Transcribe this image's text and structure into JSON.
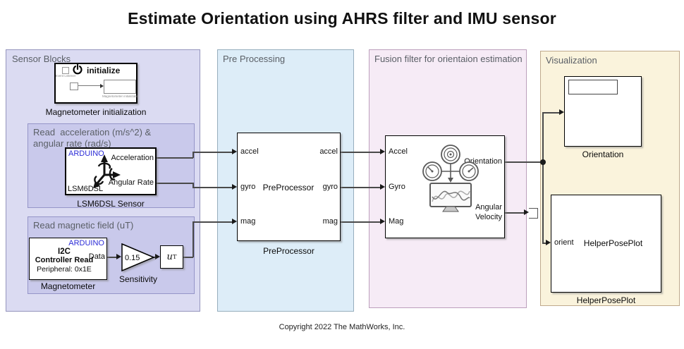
{
  "title": "Estimate Orientation using AHRS filter and IMU sensor",
  "copyright": "Copyright 2022 The MathWorks, Inc.",
  "regions": {
    "sensor": "Sensor Blocks",
    "preprocessing": "Pre Processing",
    "fusion": "Fusion filter for orientaion estimation",
    "visualization": "Visualization"
  },
  "subregions": {
    "accel_gyro": "Read  acceleration (m/s^2) &\nangular rate (rad/s)",
    "mag": "Read magnetic field (uT)"
  },
  "blocks": {
    "magnetometer_init": {
      "power_label": "initialize",
      "event_listener_label": "Event Listener",
      "subsystem_label": "Magnetometer initialization",
      "caption": "Magnetometer initialization"
    },
    "lsm6dsl": {
      "brand": "ARDUINO",
      "out_ports": [
        "Acceleration",
        "Angular Rate"
      ],
      "chip_label": "LSM6DSL",
      "caption": "LSM6DSL Sensor"
    },
    "magnetometer": {
      "brand": "ARDUINO",
      "protocol": "I2C",
      "mode": "Controller Read",
      "peripheral": "Peripheral: 0x1E",
      "out_port": "Data",
      "caption": "Magnetometer"
    },
    "sensitivity_gain": {
      "value": "0.15",
      "caption": "Sensitivity"
    },
    "transpose": {
      "base": "u",
      "superscript": "T"
    },
    "preprocessor": {
      "name": "PreProcessor",
      "caption": "PreProcessor",
      "in_ports": [
        "accel",
        "gyro",
        "mag"
      ],
      "out_ports": [
        "accel",
        "gyro",
        "mag"
      ]
    },
    "ahrs_filter": {
      "in_ports": [
        "Accel",
        "Gyro",
        "Mag"
      ],
      "out_port_orientation": "Orientation",
      "out_port_angular_velocity_line1": "Angular",
      "out_port_angular_velocity_line2": "Velocity"
    },
    "orientation_display": {
      "caption": "Orientation"
    },
    "helper_pose_plot": {
      "in_port": "orient",
      "name": "HelperPosePlot",
      "caption": "HelperPosePlot"
    }
  },
  "colors": {
    "sensor_region_bg": "#dbdbf2",
    "subregion_bg": "#c9c9eb",
    "preprocessing_region_bg": "#ddedf8",
    "fusion_region_bg": "#f6ebf6",
    "visualization_region_bg": "#faf3dc",
    "arduino_brand": "#2b2bd6",
    "wire": "#4a4a4a"
  }
}
